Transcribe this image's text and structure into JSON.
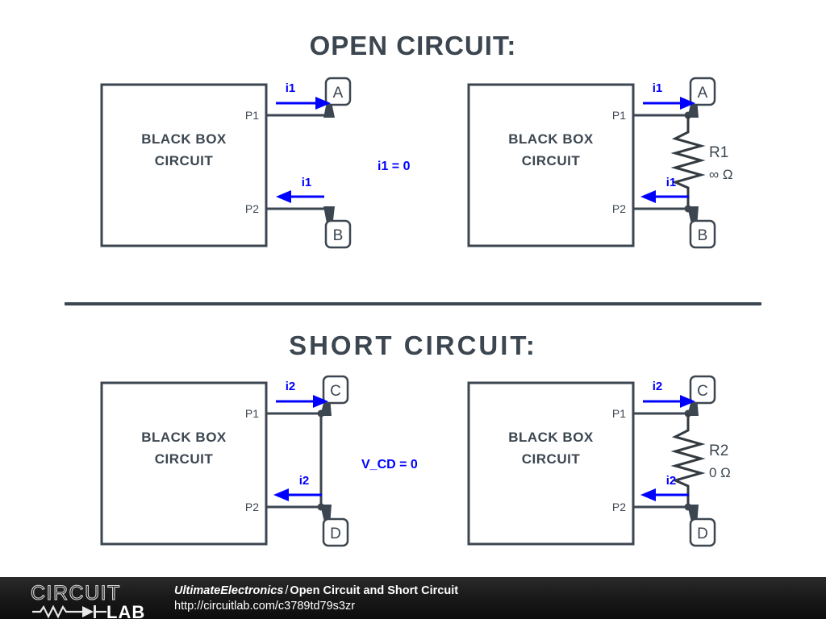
{
  "sections": {
    "open": {
      "title": "OPEN CIRCUIT:",
      "note": "i1 = 0",
      "current_label": "i1",
      "terminal_top": "A",
      "terminal_bottom": "B",
      "resistor": {
        "name": "R1",
        "value": "∞ Ω"
      }
    },
    "short": {
      "title": "SHORT CIRCUIT:",
      "note": "V_CD = 0",
      "current_label": "i2",
      "terminal_top": "C",
      "terminal_bottom": "D",
      "resistor": {
        "name": "R2",
        "value": "0 Ω"
      }
    }
  },
  "block": {
    "line1": "BLACK BOX",
    "line2": "CIRCUIT",
    "port_top": "P1",
    "port_bottom": "P2"
  },
  "footer": {
    "logo_word_top": "CIRCUIT",
    "logo_word_bottom": "LAB",
    "book": "UltimateElectronics",
    "separator": "/",
    "page_title": "Open Circuit and Short Circuit",
    "url": "http://circuitlab.com/c3789td79s3zr"
  },
  "colors": {
    "ink": "#3c4650",
    "current_blue": "#0000ff",
    "footer_bg": "#1a1a1a",
    "page_bg": "#ffffff"
  }
}
